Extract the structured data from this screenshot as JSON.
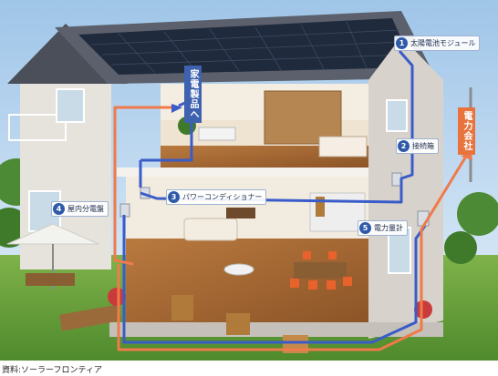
{
  "labels": {
    "n1": {
      "num": "1",
      "text": "太陽電池モジュール"
    },
    "n2": {
      "num": "2",
      "text": "接続箱"
    },
    "n3": {
      "num": "3",
      "text": "パワーコンディショナー"
    },
    "n4": {
      "num": "4",
      "text": "屋内分電盤"
    },
    "n5": {
      "num": "5",
      "text": "電力量計"
    }
  },
  "to_appliances": "家電製品へ",
  "utility": "電力会社",
  "caption": "資料:ソーラーフロンティア",
  "colors": {
    "flow_dc": "#3a5cc8",
    "flow_ac": "#f07a4a",
    "utility_box": "#e8733d",
    "appliance_box": "#3e62b0"
  }
}
